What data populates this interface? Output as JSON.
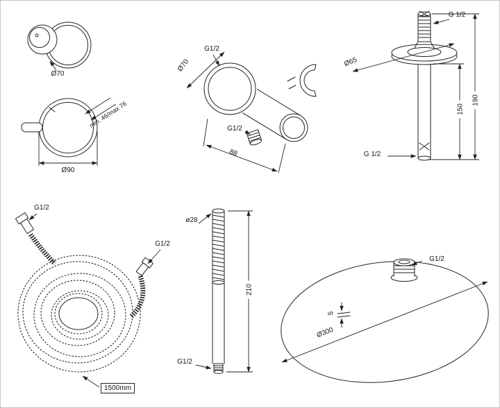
{
  "sheet": {
    "valve": {
      "dia_knob": "Ø70",
      "depth_range": "min. 46/max 76",
      "dia_plate": "Ø90"
    },
    "elbow": {
      "thread_top": "G1/2",
      "dia": "Ø70",
      "thread_bottom": "G1/2",
      "length": "88"
    },
    "arm": {
      "thread_top": "G 1/2",
      "dia": "Ø65",
      "len_exposed": "150",
      "len_total": "190",
      "thread_bottom": "G 1/2"
    },
    "hose": {
      "thread_a": "G1/2",
      "thread_b": "G1/2",
      "length": "1500mm"
    },
    "wand": {
      "dia": "ø28",
      "length": "210",
      "thread": "G1/2"
    },
    "head": {
      "thread": "G1/2",
      "thickness": "5",
      "dia": "Ø300"
    }
  }
}
